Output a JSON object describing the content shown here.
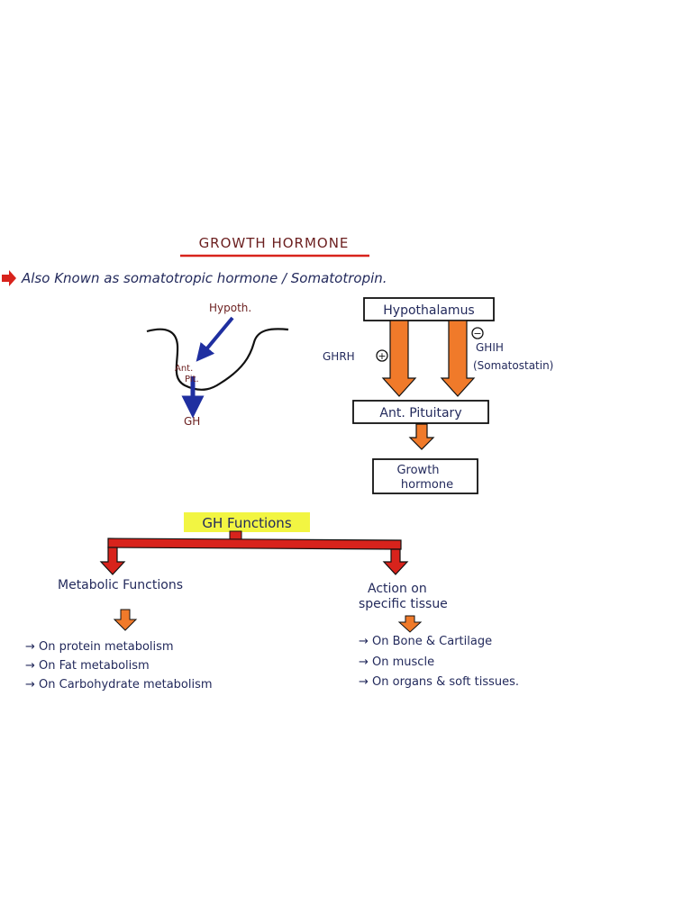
{
  "title": "GROWTH HORMONE",
  "intro": {
    "text": "Also Known as somatotropic hormone / Somatotropin."
  },
  "schematic": {
    "hypoth_label": "Hypoth.",
    "antpit_line1": "Ant.",
    "antpit_line2": "Pit.",
    "gh_label": "GH"
  },
  "flow": {
    "hypothalamus": "Hypothalamus",
    "ghrh": "GHRH",
    "ghrh_sign": "+",
    "ghih": "GHIH",
    "ghih_sign": "−",
    "ghih_alt": "(Somatostatin)",
    "ant_pituitary": "Ant. Pituitary",
    "growth_line1": "Growth",
    "growth_line2": "hormone"
  },
  "functions": {
    "heading": "GH Functions",
    "left": {
      "title": "Metabolic Functions",
      "items": [
        "On protein metabolism",
        "On Fat metabolism",
        "On Carbohydrate metabolism"
      ]
    },
    "right": {
      "title_line1": "Action on",
      "title_line2": "specific tissue",
      "items": [
        "On Bone & Cartilage",
        "On muscle",
        "On organs & soft tissues."
      ]
    }
  },
  "colors": {
    "ink": "#232a5c",
    "red": "#d8231c",
    "orange": "#f07a2a",
    "highlight": "#f2f542",
    "navy_arrow": "#1f2fa0",
    "maroon": "#6b1f1f"
  }
}
